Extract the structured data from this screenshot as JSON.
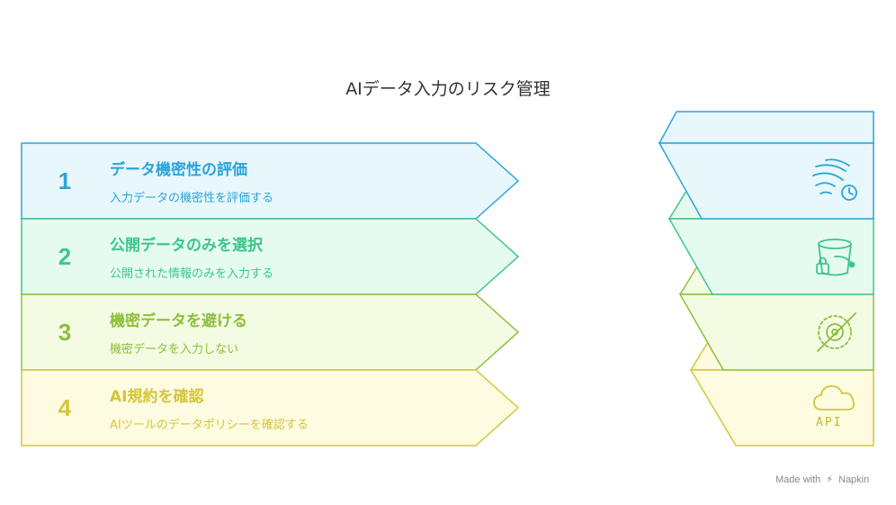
{
  "title": "AIデータ入力のリスク管理",
  "steps": [
    {
      "number": "1",
      "title": "データ機密性の評価",
      "description": "入力データの機密性を評価する",
      "color": "#2BA4D9",
      "fill": "#E8F7FC",
      "icon": "wind-clock-icon"
    },
    {
      "number": "2",
      "title": "公開データのみを選択",
      "description": "公開された情報のみを入力する",
      "color": "#3CC68A",
      "fill": "#E6FBF0",
      "icon": "locked-bucket-icon"
    },
    {
      "number": "3",
      "title": "機密データを避ける",
      "description": "機密データを入力しない",
      "color": "#8DBF3A",
      "fill": "#F3FBE3",
      "icon": "hidden-eye-icon"
    },
    {
      "number": "4",
      "title": "AI規約を確認",
      "description": "AIツールのデータポリシーを確認する",
      "color": "#D4C63A",
      "fill": "#FDFBE0",
      "icon": "cloud-api-icon"
    }
  ],
  "api_label": "API",
  "footer": {
    "made_with": "Made with",
    "brand": "Napkin"
  }
}
